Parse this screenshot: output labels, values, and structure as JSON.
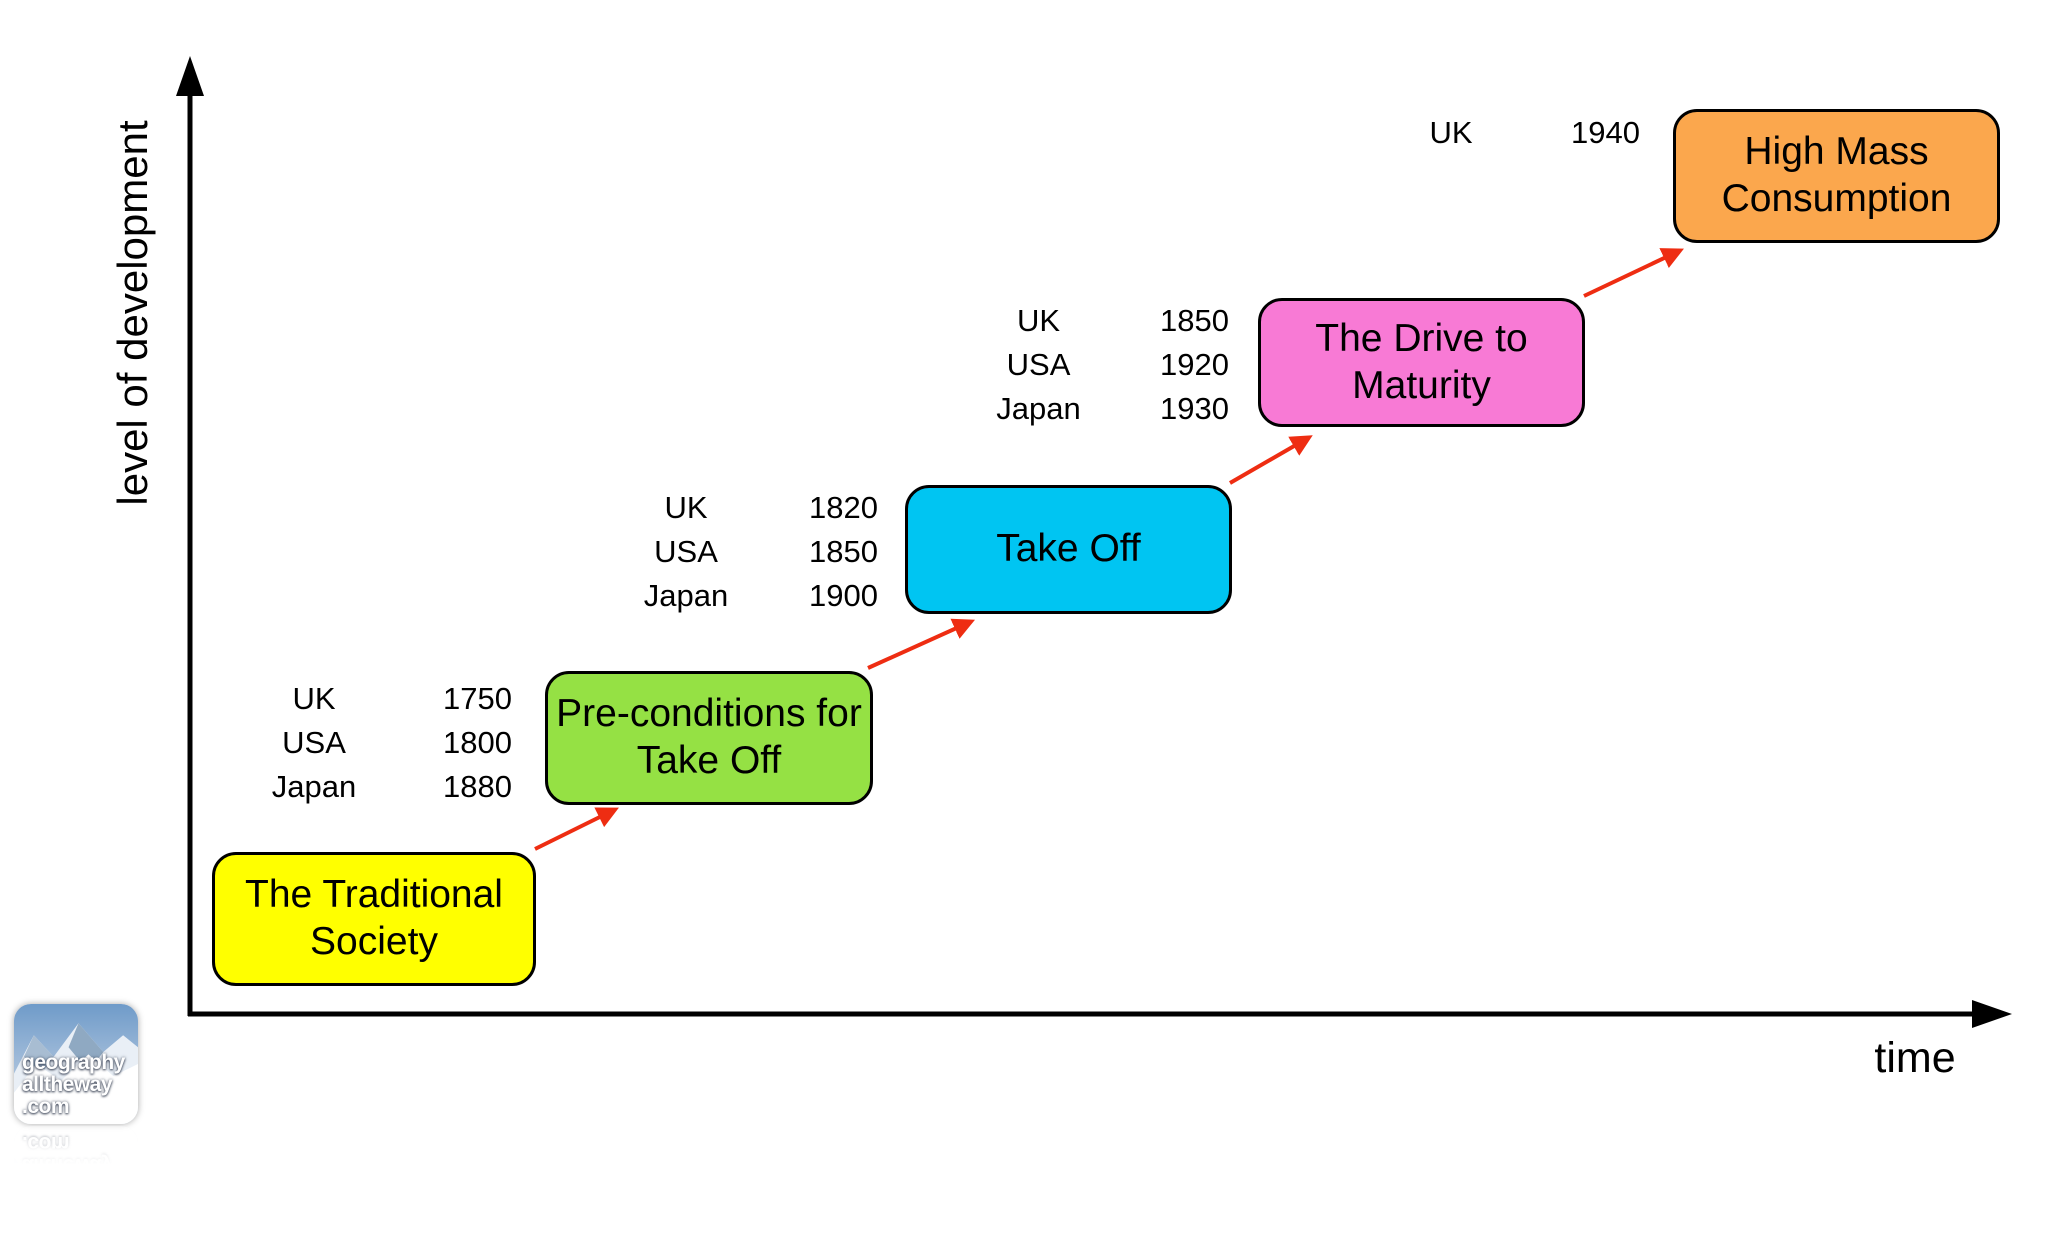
{
  "diagram": {
    "y_axis_label": "level of development",
    "x_axis_label": "time",
    "axis_color": "#000000",
    "arrow_color": "#ee2d12",
    "stages": [
      {
        "title": "The Traditional Society",
        "color": "#ffff00",
        "entries": []
      },
      {
        "title": "Pre-conditions for Take Off",
        "color": "#95e144",
        "entries": [
          {
            "country": "UK",
            "year": "1750"
          },
          {
            "country": "USA",
            "year": "1800"
          },
          {
            "country": "Japan",
            "year": "1880"
          }
        ]
      },
      {
        "title": "Take Off",
        "color": "#00c5f2",
        "entries": [
          {
            "country": "UK",
            "year": "1820"
          },
          {
            "country": "USA",
            "year": "1850"
          },
          {
            "country": "Japan",
            "year": "1900"
          }
        ]
      },
      {
        "title": "The Drive to Maturity",
        "color": "#f87ad5",
        "entries": [
          {
            "country": "UK",
            "year": "1850"
          },
          {
            "country": "USA",
            "year": "1920"
          },
          {
            "country": "Japan",
            "year": "1930"
          }
        ]
      },
      {
        "title": "High Mass Consumption",
        "color": "#fba74d",
        "entries": [
          {
            "country": "UK",
            "year": "1940"
          }
        ]
      }
    ]
  },
  "logo": {
    "line1": "geography",
    "line2": "alltheway",
    "line3": ".com"
  }
}
